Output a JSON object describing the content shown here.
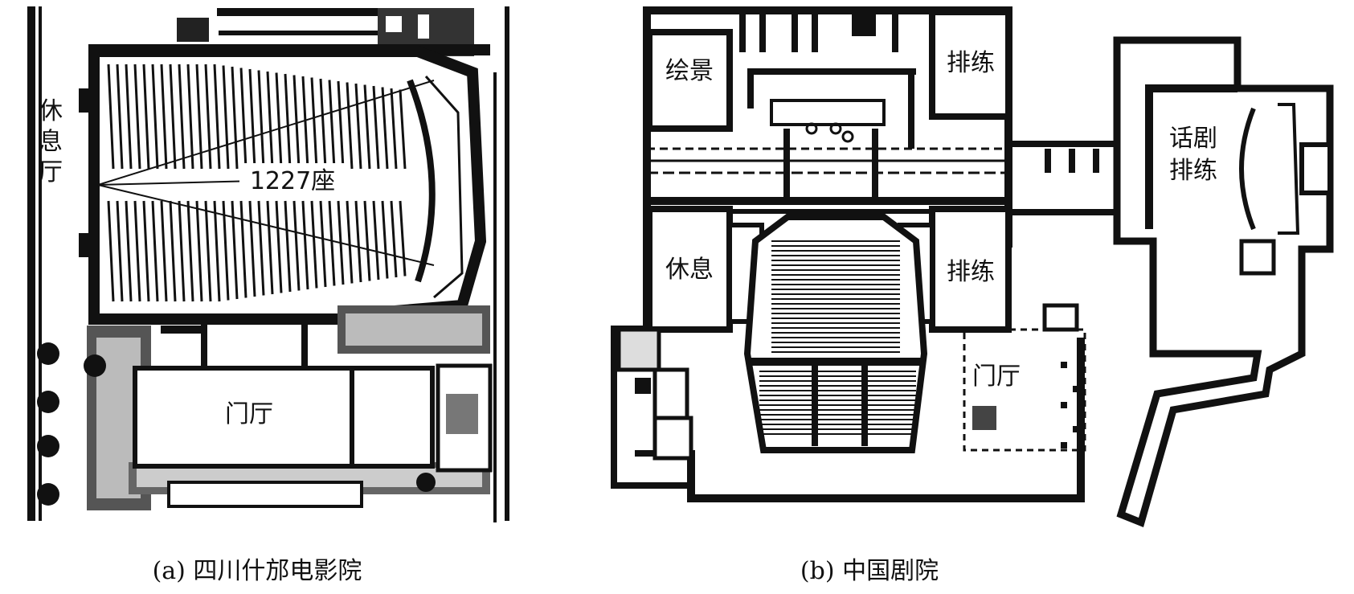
{
  "plan_a": {
    "label_lounge": [
      "休",
      "息",
      "厅"
    ],
    "label_seats": "1227座",
    "label_lobby": "门厅",
    "caption": "(a) 四川什邡电影院"
  },
  "plan_b": {
    "label_scenery": "绘景",
    "label_rehearsal_top": "排练",
    "label_drama_rehearsal": [
      "话剧",
      "排练"
    ],
    "label_rest": "休息",
    "label_rehearsal_mid": "排练",
    "label_lobby": "门厅",
    "caption": "(b) 中国剧院"
  }
}
